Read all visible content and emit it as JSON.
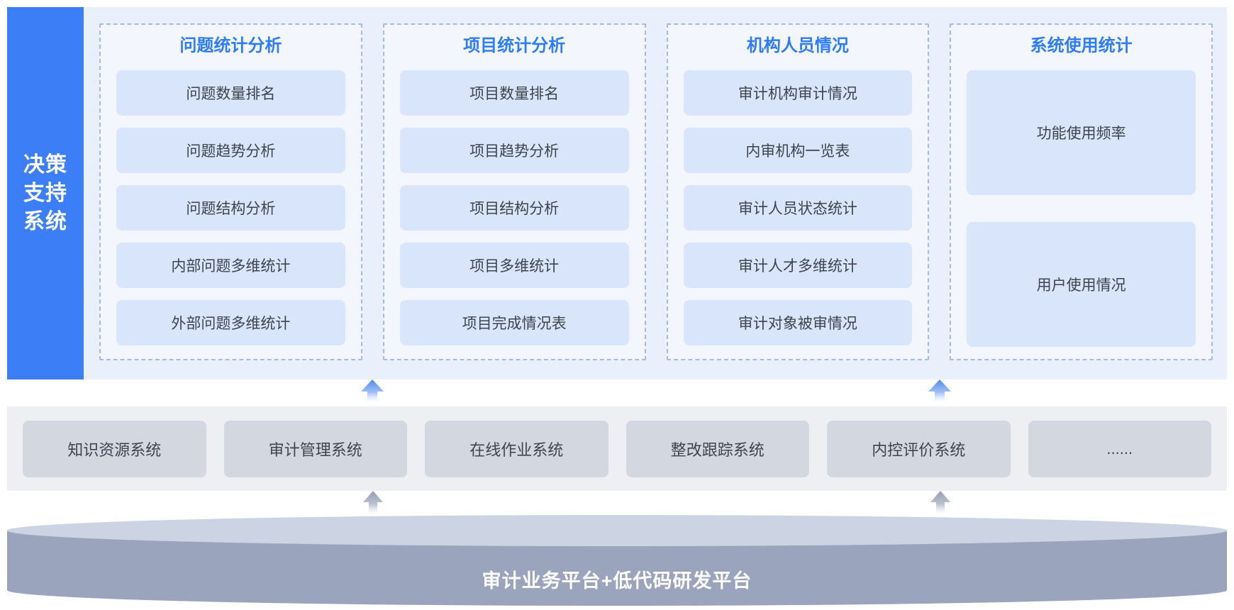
{
  "sidebar": {
    "title_lines": [
      "决策",
      "支持",
      "系统"
    ]
  },
  "columns": [
    {
      "title": "问题统计分析",
      "items": [
        "问题数量排名",
        "问题趋势分析",
        "问题结构分析",
        "内部问题多维统计",
        "外部问题多维统计"
      ]
    },
    {
      "title": "项目统计分析",
      "items": [
        "项目数量排名",
        "项目趋势分析",
        "项目结构分析",
        "项目多维统计",
        "项目完成情况表"
      ]
    },
    {
      "title": "机构人员情况",
      "items": [
        "审计机构审计情况",
        "内审机构一览表",
        "审计人员状态统计",
        "审计人才多维统计",
        "审计对象被审情况"
      ]
    },
    {
      "title": "系统使用统计",
      "items": [
        "功能使用频率",
        "用户使用情况"
      ],
      "tall": true
    }
  ],
  "systems_row": [
    "知识资源系统",
    "审计管理系统",
    "在线作业系统",
    "整改跟踪系统",
    "内控评价系统",
    "......"
  ],
  "platform": {
    "label": "审计业务平台+低代码研发平台"
  },
  "icons": {
    "up_arrow_blue": "up-arrow-icon",
    "up_arrow_grey": "up-arrow-icon"
  },
  "colors": {
    "accent": "#3b7ef6",
    "accent_text": "#2e7cf6",
    "panel_bg": "#e9effb",
    "col_bg": "#f3f7fd",
    "dash_border": "#9fbcec",
    "pill_bg": "#d8e5fb",
    "pill_text": "#3e444d",
    "band_bg": "#edeff3",
    "sysbox_bg": "#d3d8e0",
    "cylinder_top": "#ccd4e4",
    "cylinder_body": "#9aa4bd",
    "arrow_blue": "#4c87f0",
    "arrow_grey": "#939db2"
  }
}
